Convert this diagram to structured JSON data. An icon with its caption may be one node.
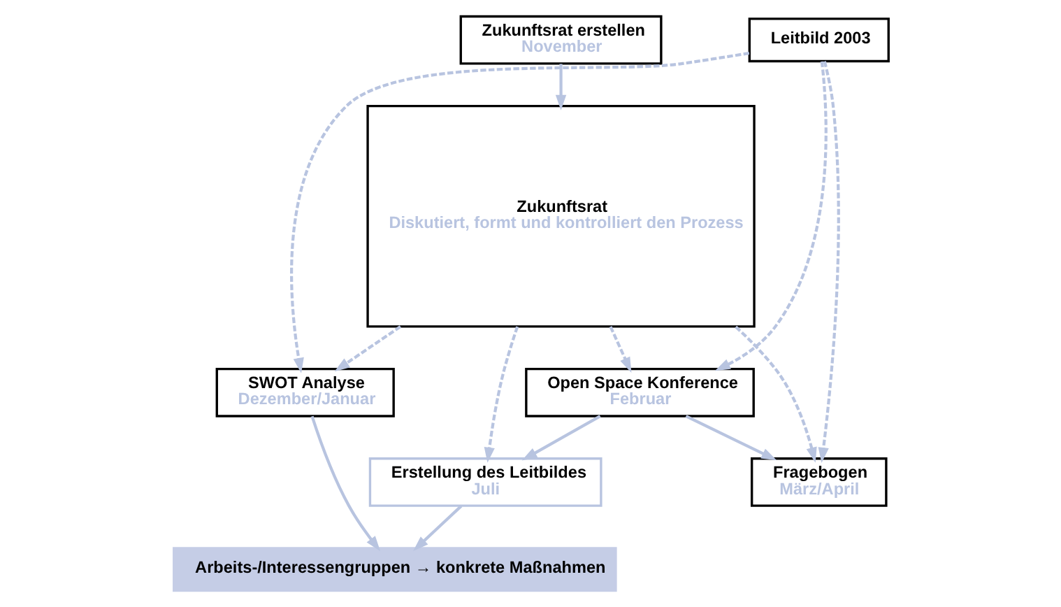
{
  "diagram": {
    "nodes": [
      {
        "text": [
          "Zukunftsrat erstellen",
          "November"
        ]
      },
      {
        "text": [
          "Leitbild 2003"
        ]
      },
      {
        "text": [
          "Zukunftsrat",
          "Diskutiert, formt und kontrolliert den Prozess"
        ]
      },
      {
        "text": [
          "SWOT Analyse",
          "Dezember/Januar"
        ]
      },
      {
        "text": [
          "Open Space Konference",
          "Februar"
        ]
      },
      {
        "text": [
          "Fragebogen",
          "März/April"
        ]
      },
      {
        "text": [
          "Erstellung des Leitbildes",
          "Juli"
        ]
      },
      {
        "text": [
          "Arbeits-/Interessengruppen → konkrete Maßnahmen"
        ]
      }
    ],
    "edges": [
      {
        "from": 0,
        "to": 2,
        "arrow": "to"
      },
      {
        "from": 2,
        "to": 3,
        "arrow": "to",
        "style": "dashed"
      },
      {
        "from": 1,
        "to": 3,
        "arrow": "to",
        "style": "dashed"
      },
      {
        "from": 1,
        "to": 4,
        "arrow": "to",
        "style": "dashed"
      },
      {
        "from": 1,
        "to": 5,
        "arrow": "to",
        "style": "dashed"
      },
      {
        "from": 2,
        "to": 4,
        "arrow": "to",
        "style": "dashed"
      },
      {
        "from": 4,
        "to": 5,
        "arrow": "to"
      },
      {
        "from": 2,
        "to": 5,
        "arrow": "to",
        "style": "dashed"
      },
      {
        "from": 3,
        "to": 7,
        "arrow": "to"
      },
      {
        "from": 4,
        "to": 6,
        "arrow": "to"
      },
      {
        "from": 2,
        "to": 6,
        "arrow": "to",
        "style": "dashed"
      },
      {
        "from": 6,
        "to": 7,
        "arrow": "to"
      }
    ]
  }
}
